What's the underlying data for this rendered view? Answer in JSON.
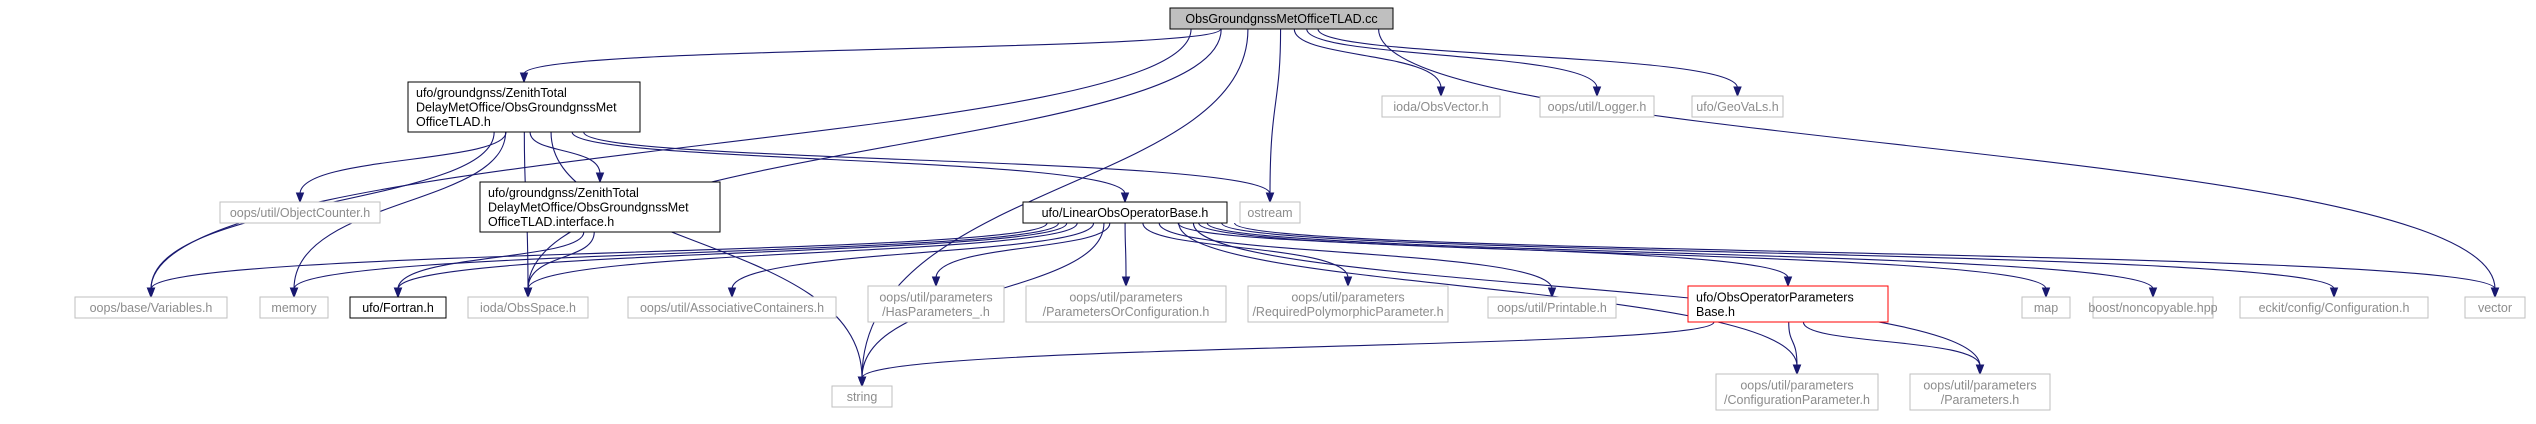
{
  "colors": {
    "edge": "#191970",
    "node_gray_border": "#bfbfbf",
    "node_gray_fill": "#ffffff",
    "node_gray_text": "#8c8c8c",
    "node_black_border": "#000000",
    "node_black_text": "#000000",
    "node_root_fill": "#bfbfbf",
    "node_red_border": "#ff0000"
  },
  "nodes": {
    "root": {
      "lines": [
        "ObsGroundgnssMetOfficeTLAD.cc"
      ],
      "style": "root"
    },
    "hdr": {
      "lines": [
        "ufo/groundgnss/ZenithTotal",
        "DelayMetOffice/ObsGroundgnssMet",
        "OfficeTLAD.h"
      ],
      "style": "black"
    },
    "obsvector": {
      "lines": [
        "ioda/ObsVector.h"
      ],
      "style": "gray"
    },
    "logger": {
      "lines": [
        "oops/util/Logger.h"
      ],
      "style": "gray"
    },
    "geovals": {
      "lines": [
        "ufo/GeoVaLs.h"
      ],
      "style": "gray"
    },
    "objcounter": {
      "lines": [
        "oops/util/ObjectCounter.h"
      ],
      "style": "gray"
    },
    "iface": {
      "lines": [
        "ufo/groundgnss/ZenithTotal",
        "DelayMetOffice/ObsGroundgnssMet",
        "OfficeTLAD.interface.h"
      ],
      "style": "black"
    },
    "linear": {
      "lines": [
        "ufo/LinearObsOperatorBase.h"
      ],
      "style": "black"
    },
    "ostream": {
      "lines": [
        "ostream"
      ],
      "style": "gray"
    },
    "variables": {
      "lines": [
        "oops/base/Variables.h"
      ],
      "style": "gray"
    },
    "memory": {
      "lines": [
        "memory"
      ],
      "style": "gray"
    },
    "fortran": {
      "lines": [
        "ufo/Fortran.h"
      ],
      "style": "black"
    },
    "obsspace": {
      "lines": [
        "ioda/ObsSpace.h"
      ],
      "style": "gray"
    },
    "assoc": {
      "lines": [
        "oops/util/AssociativeContainers.h"
      ],
      "style": "gray"
    },
    "hasparams": {
      "lines": [
        "oops/util/parameters",
        "/HasParameters_.h"
      ],
      "style": "gray"
    },
    "paramsorconf": {
      "lines": [
        "oops/util/parameters",
        "/ParametersOrConfiguration.h"
      ],
      "style": "gray"
    },
    "reqpoly": {
      "lines": [
        "oops/util/parameters",
        "/RequiredPolymorphicParameter.h"
      ],
      "style": "gray"
    },
    "printable": {
      "lines": [
        "oops/util/Printable.h"
      ],
      "style": "gray"
    },
    "opparams": {
      "lines": [
        "ufo/ObsOperatorParameters",
        "Base.h"
      ],
      "style": "red"
    },
    "map": {
      "lines": [
        "map"
      ],
      "style": "gray"
    },
    "noncopyable": {
      "lines": [
        "boost/noncopyable.hpp"
      ],
      "style": "gray"
    },
    "eckit": {
      "lines": [
        "eckit/config/Configuration.h"
      ],
      "style": "gray"
    },
    "vector": {
      "lines": [
        "vector"
      ],
      "style": "gray"
    },
    "string": {
      "lines": [
        "string"
      ],
      "style": "gray"
    },
    "confparam": {
      "lines": [
        "oops/util/parameters",
        "/ConfigurationParameter.h"
      ],
      "style": "gray"
    },
    "parameters": {
      "lines": [
        "oops/util/parameters",
        "/Parameters.h"
      ],
      "style": "gray"
    }
  },
  "edges": [
    [
      "root",
      "hdr"
    ],
    [
      "root",
      "obsvector"
    ],
    [
      "root",
      "logger"
    ],
    [
      "root",
      "geovals"
    ],
    [
      "root",
      "ostream"
    ],
    [
      "root",
      "vector"
    ],
    [
      "root",
      "variables"
    ],
    [
      "root",
      "obsspace"
    ],
    [
      "root",
      "string"
    ],
    [
      "hdr",
      "objcounter"
    ],
    [
      "hdr",
      "iface"
    ],
    [
      "hdr",
      "linear"
    ],
    [
      "hdr",
      "ostream"
    ],
    [
      "hdr",
      "variables"
    ],
    [
      "hdr",
      "memory"
    ],
    [
      "hdr",
      "obsspace"
    ],
    [
      "hdr",
      "string"
    ],
    [
      "iface",
      "fortran"
    ],
    [
      "iface",
      "obsspace"
    ],
    [
      "linear",
      "variables"
    ],
    [
      "linear",
      "memory"
    ],
    [
      "linear",
      "fortran"
    ],
    [
      "linear",
      "obsspace"
    ],
    [
      "linear",
      "assoc"
    ],
    [
      "linear",
      "hasparams"
    ],
    [
      "linear",
      "paramsorconf"
    ],
    [
      "linear",
      "reqpoly"
    ],
    [
      "linear",
      "printable"
    ],
    [
      "linear",
      "opparams"
    ],
    [
      "linear",
      "map"
    ],
    [
      "linear",
      "noncopyable"
    ],
    [
      "linear",
      "eckit"
    ],
    [
      "linear",
      "vector"
    ],
    [
      "linear",
      "string"
    ],
    [
      "linear",
      "confparam"
    ],
    [
      "linear",
      "parameters"
    ],
    [
      "opparams",
      "string"
    ],
    [
      "opparams",
      "confparam"
    ],
    [
      "opparams",
      "parameters"
    ]
  ]
}
